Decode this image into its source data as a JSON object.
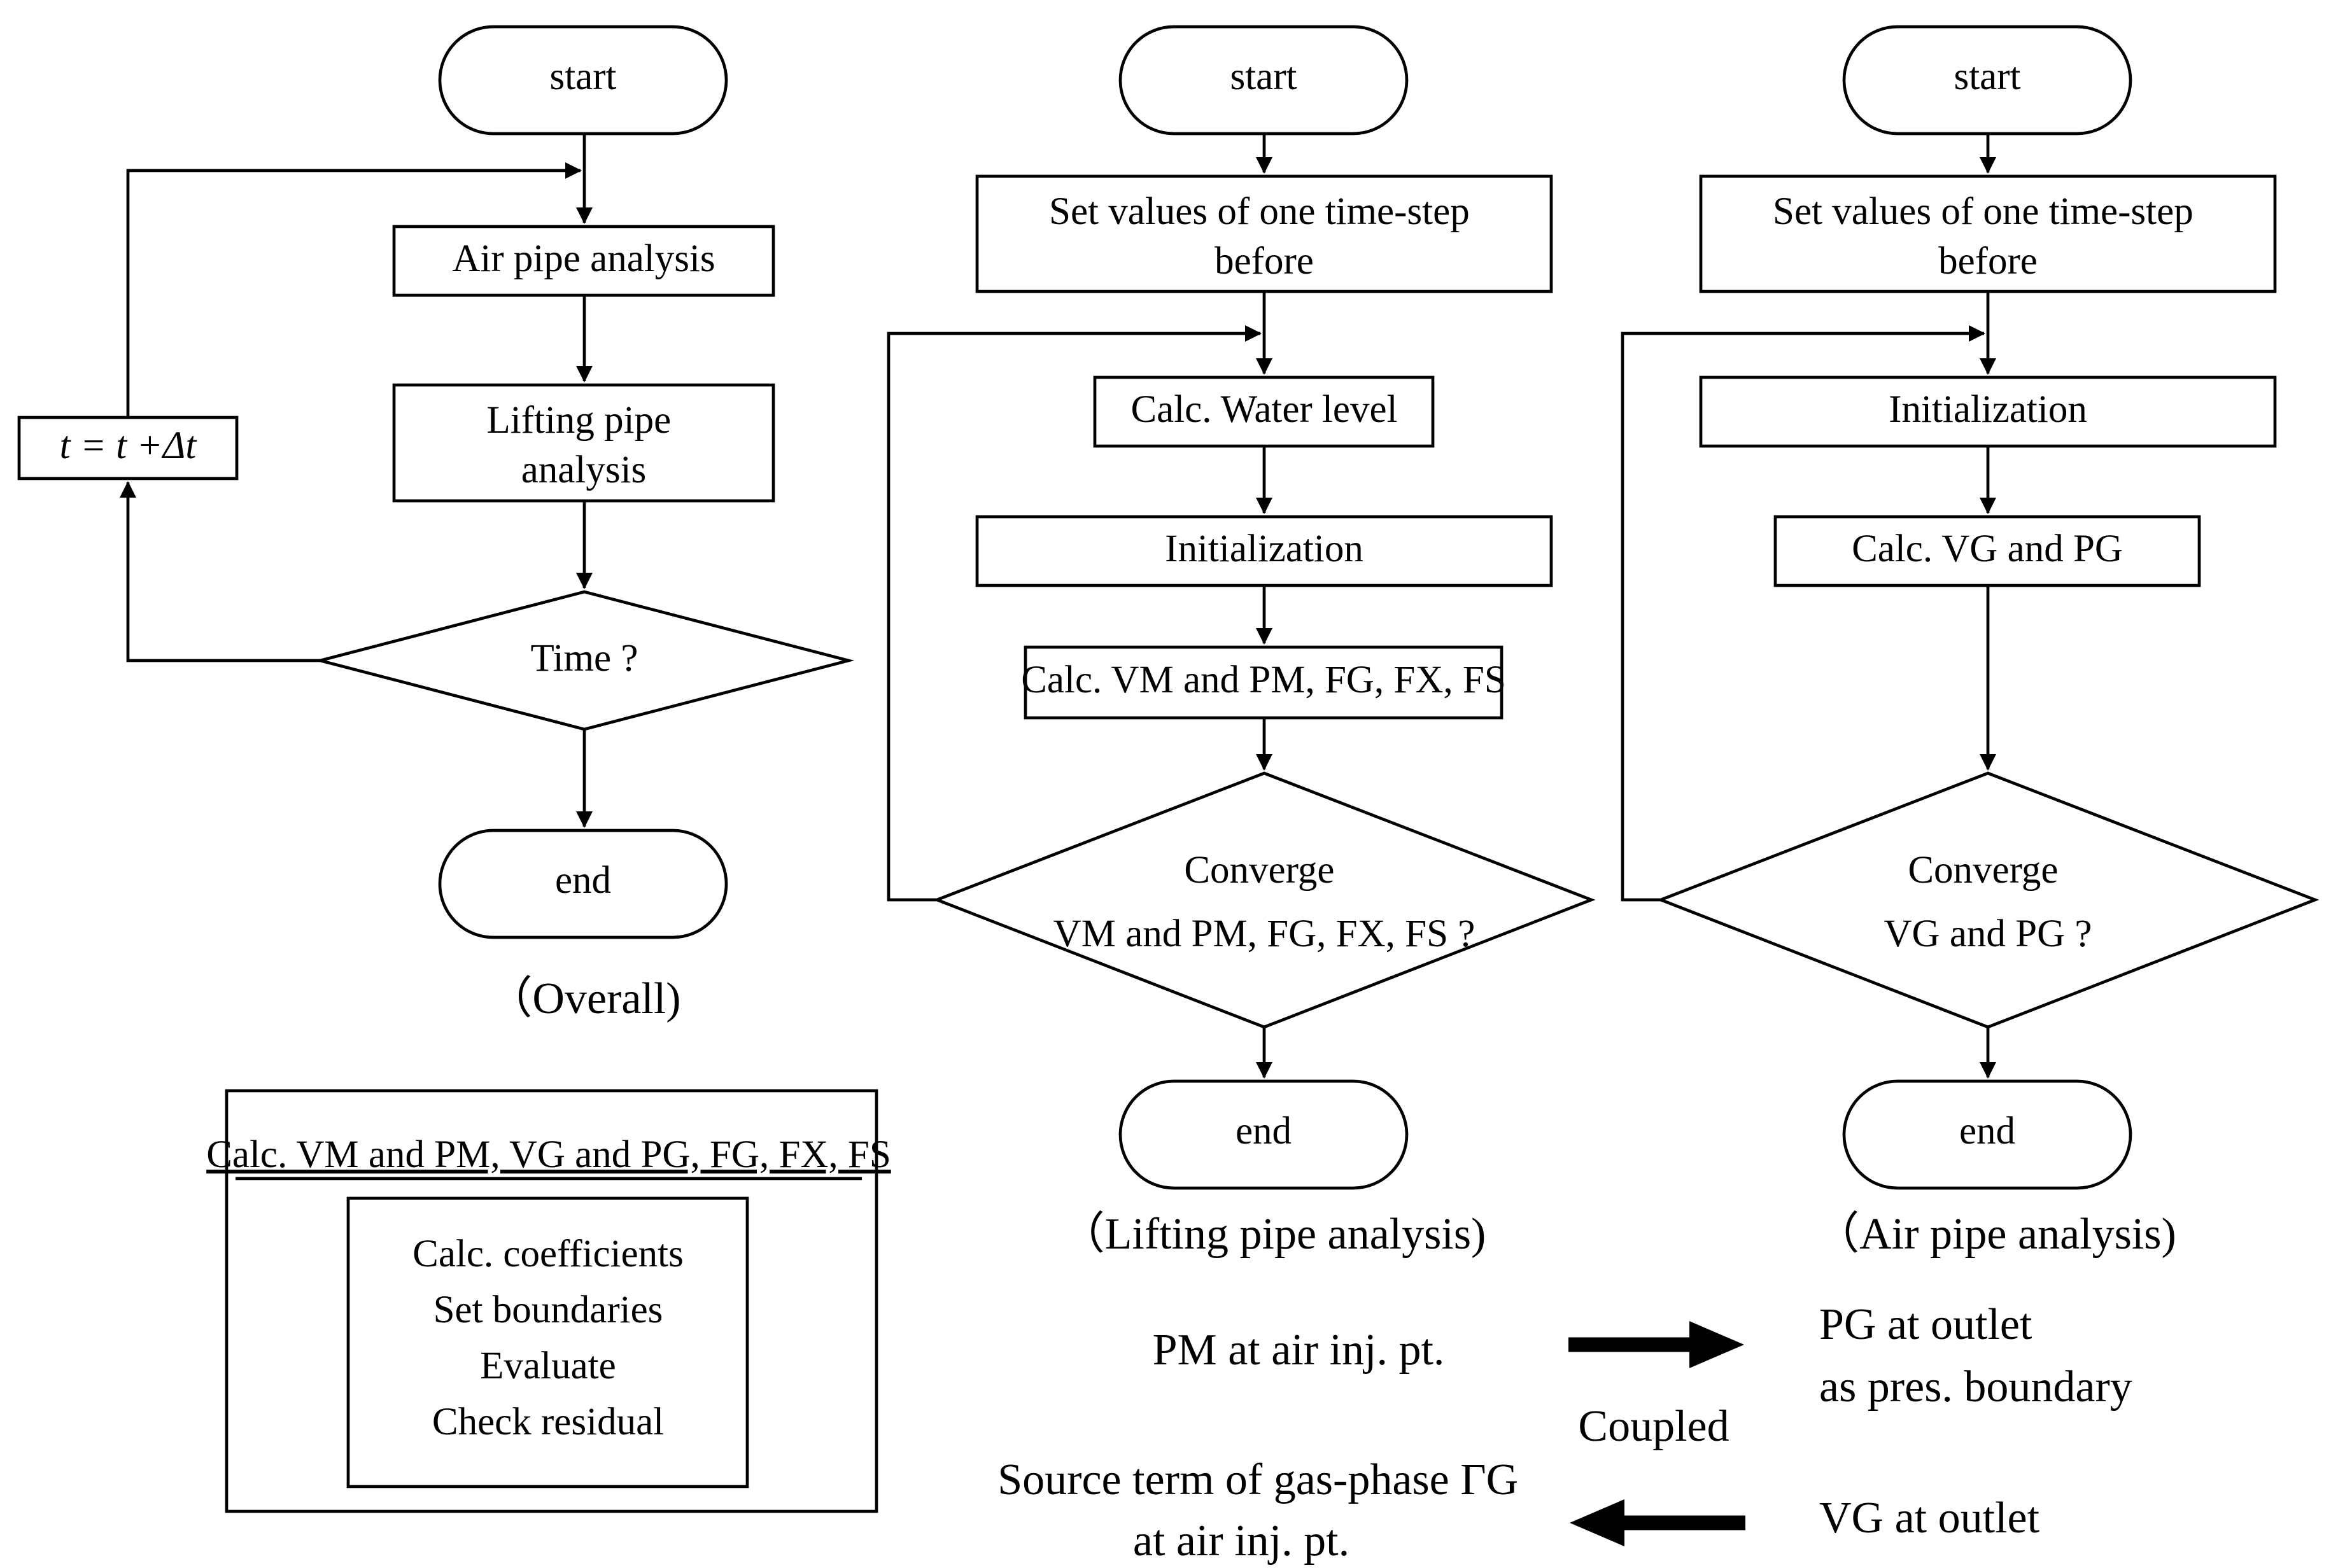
{
  "overall": {
    "start": "start",
    "air_pipe": "Air pipe analysis",
    "lifting_pipe": [
      "Lifting pipe",
      "analysis"
    ],
    "time_question": "Time ?",
    "increment": "t = t +Δt",
    "end": "end",
    "caption": "（Overall)"
  },
  "lifting": {
    "start": "start",
    "set_values": [
      "Set values of one time-step",
      "before"
    ],
    "calc_water": "Calc. Water level",
    "init": "Initialization",
    "calc_vars": "Calc. VM and PM, FG, FX, FS",
    "converge": [
      "Converge",
      "VM and PM, FG, FX, FS ?"
    ],
    "end": "end",
    "caption": "（Lifting pipe analysis)"
  },
  "air": {
    "start": "start",
    "set_values": [
      "Set values of one time-step",
      "before"
    ],
    "init": "Initialization",
    "calc_vars": "Calc. VG and PG",
    "converge": [
      "Converge",
      "VG and PG ?"
    ],
    "end": "end",
    "caption": "（Air pipe analysis)"
  },
  "legend": {
    "heading": "Calc. VM and PM, VG and PG, FG, FX, FS",
    "steps": [
      "Calc. coefficients",
      "Set boundaries",
      "Evaluate",
      "Check residual"
    ]
  },
  "coupling": {
    "left_top": "PM at air inj. pt.",
    "left_bottom": [
      "Source term of gas-phase ΓG",
      "at air inj. pt."
    ],
    "center": "Coupled",
    "right_top": [
      "PG at outlet",
      "as pres. boundary"
    ],
    "right_bottom": "VG at outlet"
  }
}
